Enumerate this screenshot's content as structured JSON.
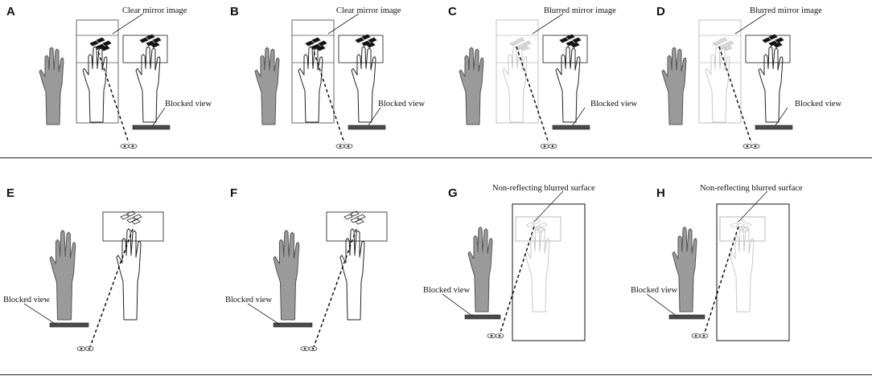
{
  "panels": [
    {
      "id": "A",
      "label": "A",
      "variant": "mirror",
      "mirror_label": "Clear mirror image",
      "blocked_label": "Blocked view",
      "mirror_clear": true,
      "pattern": "filled"
    },
    {
      "id": "B",
      "label": "B",
      "variant": "mirror",
      "mirror_label": "Clear mirror image",
      "blocked_label": "Blocked view",
      "mirror_clear": true,
      "pattern": "filled"
    },
    {
      "id": "C",
      "label": "C",
      "variant": "mirror",
      "mirror_label": "Blurred mirror image",
      "blocked_label": "Blocked view",
      "mirror_clear": false,
      "pattern": "filled"
    },
    {
      "id": "D",
      "label": "D",
      "variant": "mirror",
      "mirror_label": "Blurred mirror image",
      "blocked_label": "Blocked view",
      "mirror_clear": false,
      "pattern": "filled"
    },
    {
      "id": "E",
      "label": "E",
      "variant": "direct",
      "blocked_label": "Blocked view",
      "pattern": "outline"
    },
    {
      "id": "F",
      "label": "F",
      "variant": "direct",
      "blocked_label": "Blocked view",
      "pattern": "outline"
    },
    {
      "id": "G",
      "label": "G",
      "variant": "surface",
      "surface_label": "Non-reflecting blurred surface",
      "blocked_label": "Blocked view",
      "pattern": "outline"
    },
    {
      "id": "H",
      "label": "H",
      "variant": "surface",
      "surface_label": "Non-reflecting blurred surface",
      "blocked_label": "Blocked view",
      "pattern": "outline"
    }
  ],
  "colors": {
    "arm_fill": "#9a9a9a",
    "arm_stroke": "#555555",
    "line": "#222222",
    "faint": "#c8c8c8",
    "board": "#4a4a4a"
  }
}
